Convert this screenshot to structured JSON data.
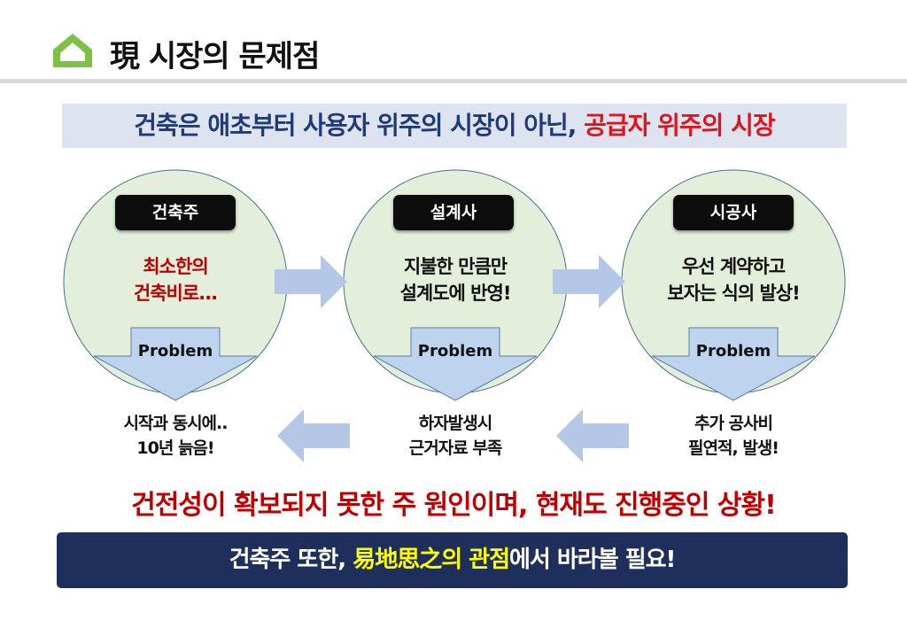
{
  "header": {
    "title": "現 시장의 문제점",
    "icon": "home-icon",
    "icon_color": "#7dc142"
  },
  "banner": {
    "text_main": "건축은 애초부터 사용자 위주의 시장이 아닌, ",
    "text_highlight": "공급자 위주의 시장"
  },
  "stages": [
    {
      "role": "건축주",
      "desc_line1": "최소한의",
      "desc_line2": "건축비로...",
      "problem": "Problem",
      "result_line1": "시작과 동시에..",
      "result_line2": "10년 늙음!"
    },
    {
      "role": "설계사",
      "desc_line1": "지불한 만큼만",
      "desc_line2": "설계도에 반영!",
      "problem": "Problem",
      "result_line1": "하자발생시",
      "result_line2": "근거자료 부족"
    },
    {
      "role": "시공사",
      "desc_line1": "우선 계약하고",
      "desc_line2": "보자는 식의 발상!",
      "problem": "Problem",
      "result_line1": "추가 공사비",
      "result_line2": "필연적, 발생!"
    }
  ],
  "conclusion": "건전성이 확보되지 못한 주 원인이며, 현재도 진행중인 상황!",
  "footer": {
    "text_before": "건축주 또한, ",
    "text_highlight": "易地思之의 관점",
    "text_after": "에서 바라볼 필요!"
  },
  "colors": {
    "circle_fill": "#e3eedb",
    "circle_stroke": "#4a6f8a",
    "arrow": "#b4c7e7",
    "banner_bg": "#dde3ef",
    "footer_bg": "#1e2f5c",
    "red": "#c00000"
  }
}
